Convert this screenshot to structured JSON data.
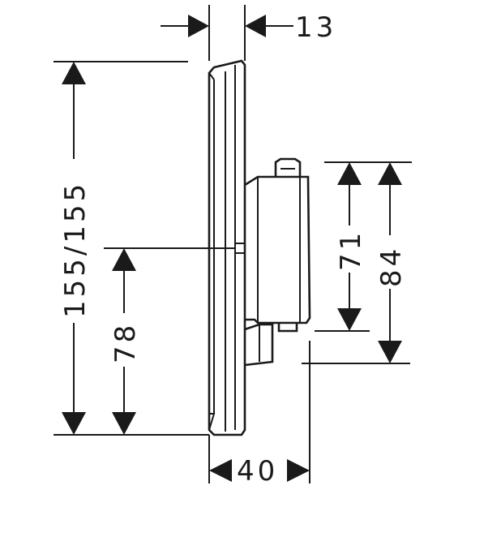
{
  "drawing": {
    "colors": {
      "line": "#1a1a1a",
      "background": "#ffffff"
    },
    "dimensions": {
      "top_depth": "13",
      "total_height": "155/155",
      "lower_height": "78",
      "body_height_inner": "71",
      "body_height_outer": "84",
      "total_depth": "40"
    }
  }
}
